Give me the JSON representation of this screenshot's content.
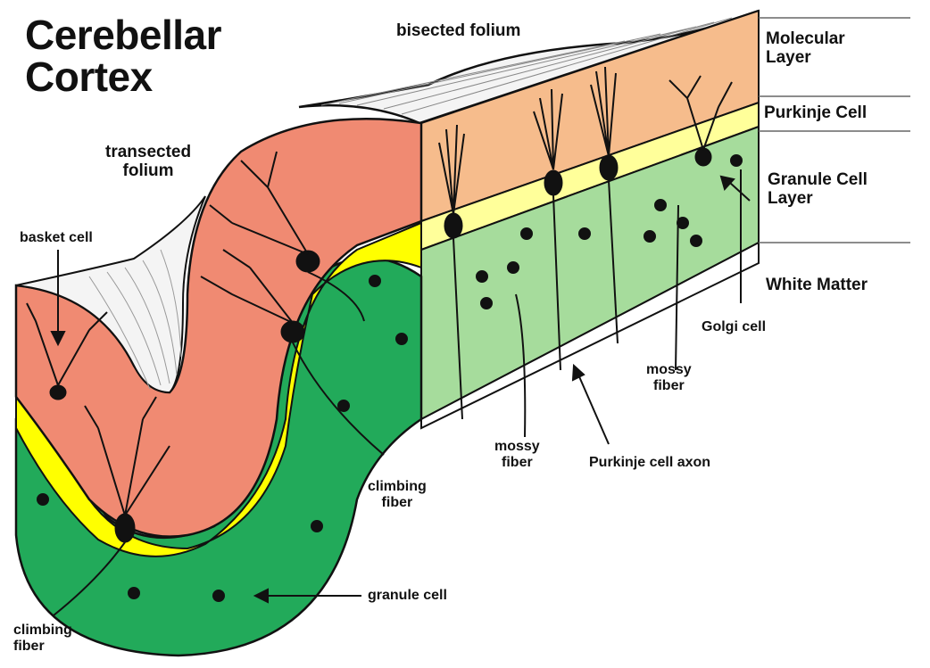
{
  "title": {
    "line1": "Cerebellar",
    "line2": "Cortex"
  },
  "layers": {
    "molecular": {
      "line1": "Molecular",
      "line2": "Layer"
    },
    "purkinje": "Purkinje Cell",
    "granule": {
      "line1": "Granule Cell",
      "line2": "Layer"
    },
    "white_matter": "White Matter"
  },
  "labels": {
    "bisected_folium": "bisected folium",
    "transected_folium": {
      "line1": "transected",
      "line2": "folium"
    },
    "basket_cell": "basket cell",
    "golgi_cell": "Golgi cell",
    "mossy_fiber_right": {
      "line1": "mossy",
      "line2": "fiber"
    },
    "mossy_fiber_center": {
      "line1": "mossy",
      "line2": "fiber"
    },
    "purkinje_axon": "Purkinje cell axon",
    "climbing_fiber_center": {
      "line1": "climbing",
      "line2": "fiber"
    },
    "granule_cell": "granule cell",
    "climbing_fiber_bottom": {
      "line1": "climbing",
      "line2": "fiber"
    }
  },
  "colors": {
    "molecular_left": "#f08a72",
    "molecular_right": "#f6bc8c",
    "purkinje_left": "#ffff00",
    "purkinje_right": "#ffff9a",
    "granule_left": "#22aa5a",
    "granule_right": "#a6dc9c",
    "white_matter": "#ffffff",
    "ink": "#111111"
  }
}
